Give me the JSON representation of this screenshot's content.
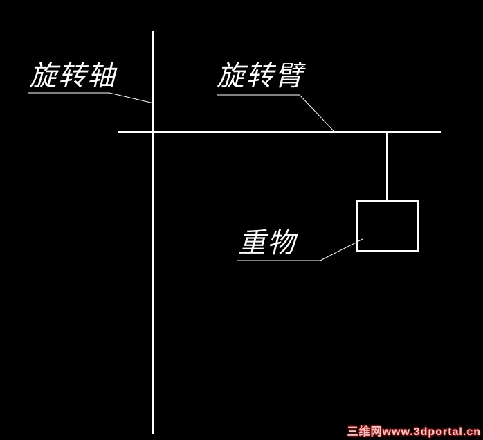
{
  "diagram": {
    "background_color": "#000000",
    "line_color": "#ffffff",
    "labels": {
      "rotation_axis": "旋转轴",
      "rotation_arm": "旋转臂",
      "weight": "重物"
    },
    "watermark": {
      "text": "三维网www.3dportal.cn",
      "color": "#cc3333"
    }
  }
}
